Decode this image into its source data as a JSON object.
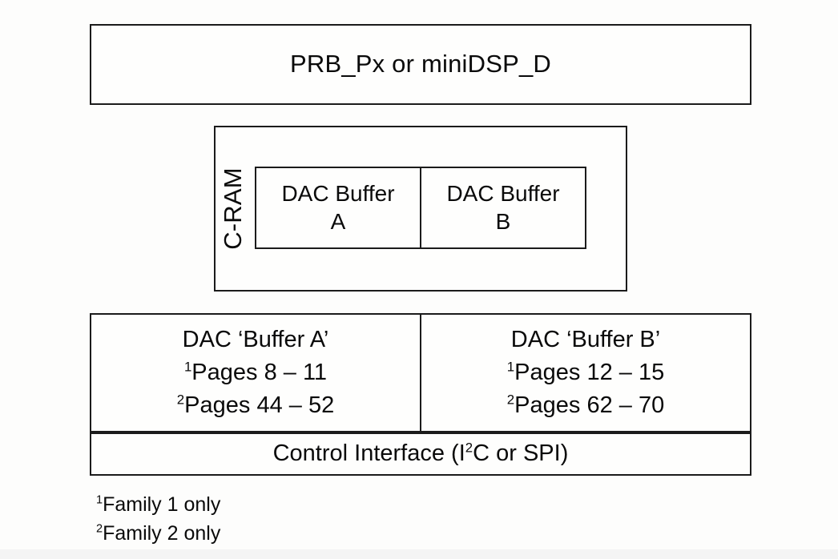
{
  "diagram": {
    "title_block": {
      "label": "PRB_Px or miniDSP_D"
    },
    "cram_block": {
      "side_label": "C-RAM",
      "buffers": [
        {
          "name": "dac-buffer-a",
          "line1": "DAC Buffer",
          "line2": "A"
        },
        {
          "name": "dac-buffer-b",
          "line1": "DAC Buffer",
          "line2": "B"
        }
      ]
    },
    "dac_page_blocks": [
      {
        "name": "dac-buffer-a-pages",
        "title": "DAC ‘Buffer A’",
        "lines": [
          {
            "marker": "1",
            "text": "Pages 8 – 11"
          },
          {
            "marker": "2",
            "text": "Pages 44 – 52"
          }
        ]
      },
      {
        "name": "dac-buffer-b-pages",
        "title": "DAC ‘Buffer B’",
        "lines": [
          {
            "marker": "1",
            "text": "Pages 12 – 15"
          },
          {
            "marker": "2",
            "text": "Pages 62 – 70"
          }
        ]
      }
    ],
    "control_block": {
      "prefix": "Control Interface (I",
      "superscript": "2",
      "suffix": "C or SPI)"
    },
    "footnotes": [
      {
        "marker": "1",
        "text": "Family 1 only"
      },
      {
        "marker": "2",
        "text": "Family 2 only"
      }
    ],
    "colors": {
      "stroke": "#1b1b1b",
      "background": "#fdfdfc",
      "text": "#0a0a0a"
    }
  }
}
